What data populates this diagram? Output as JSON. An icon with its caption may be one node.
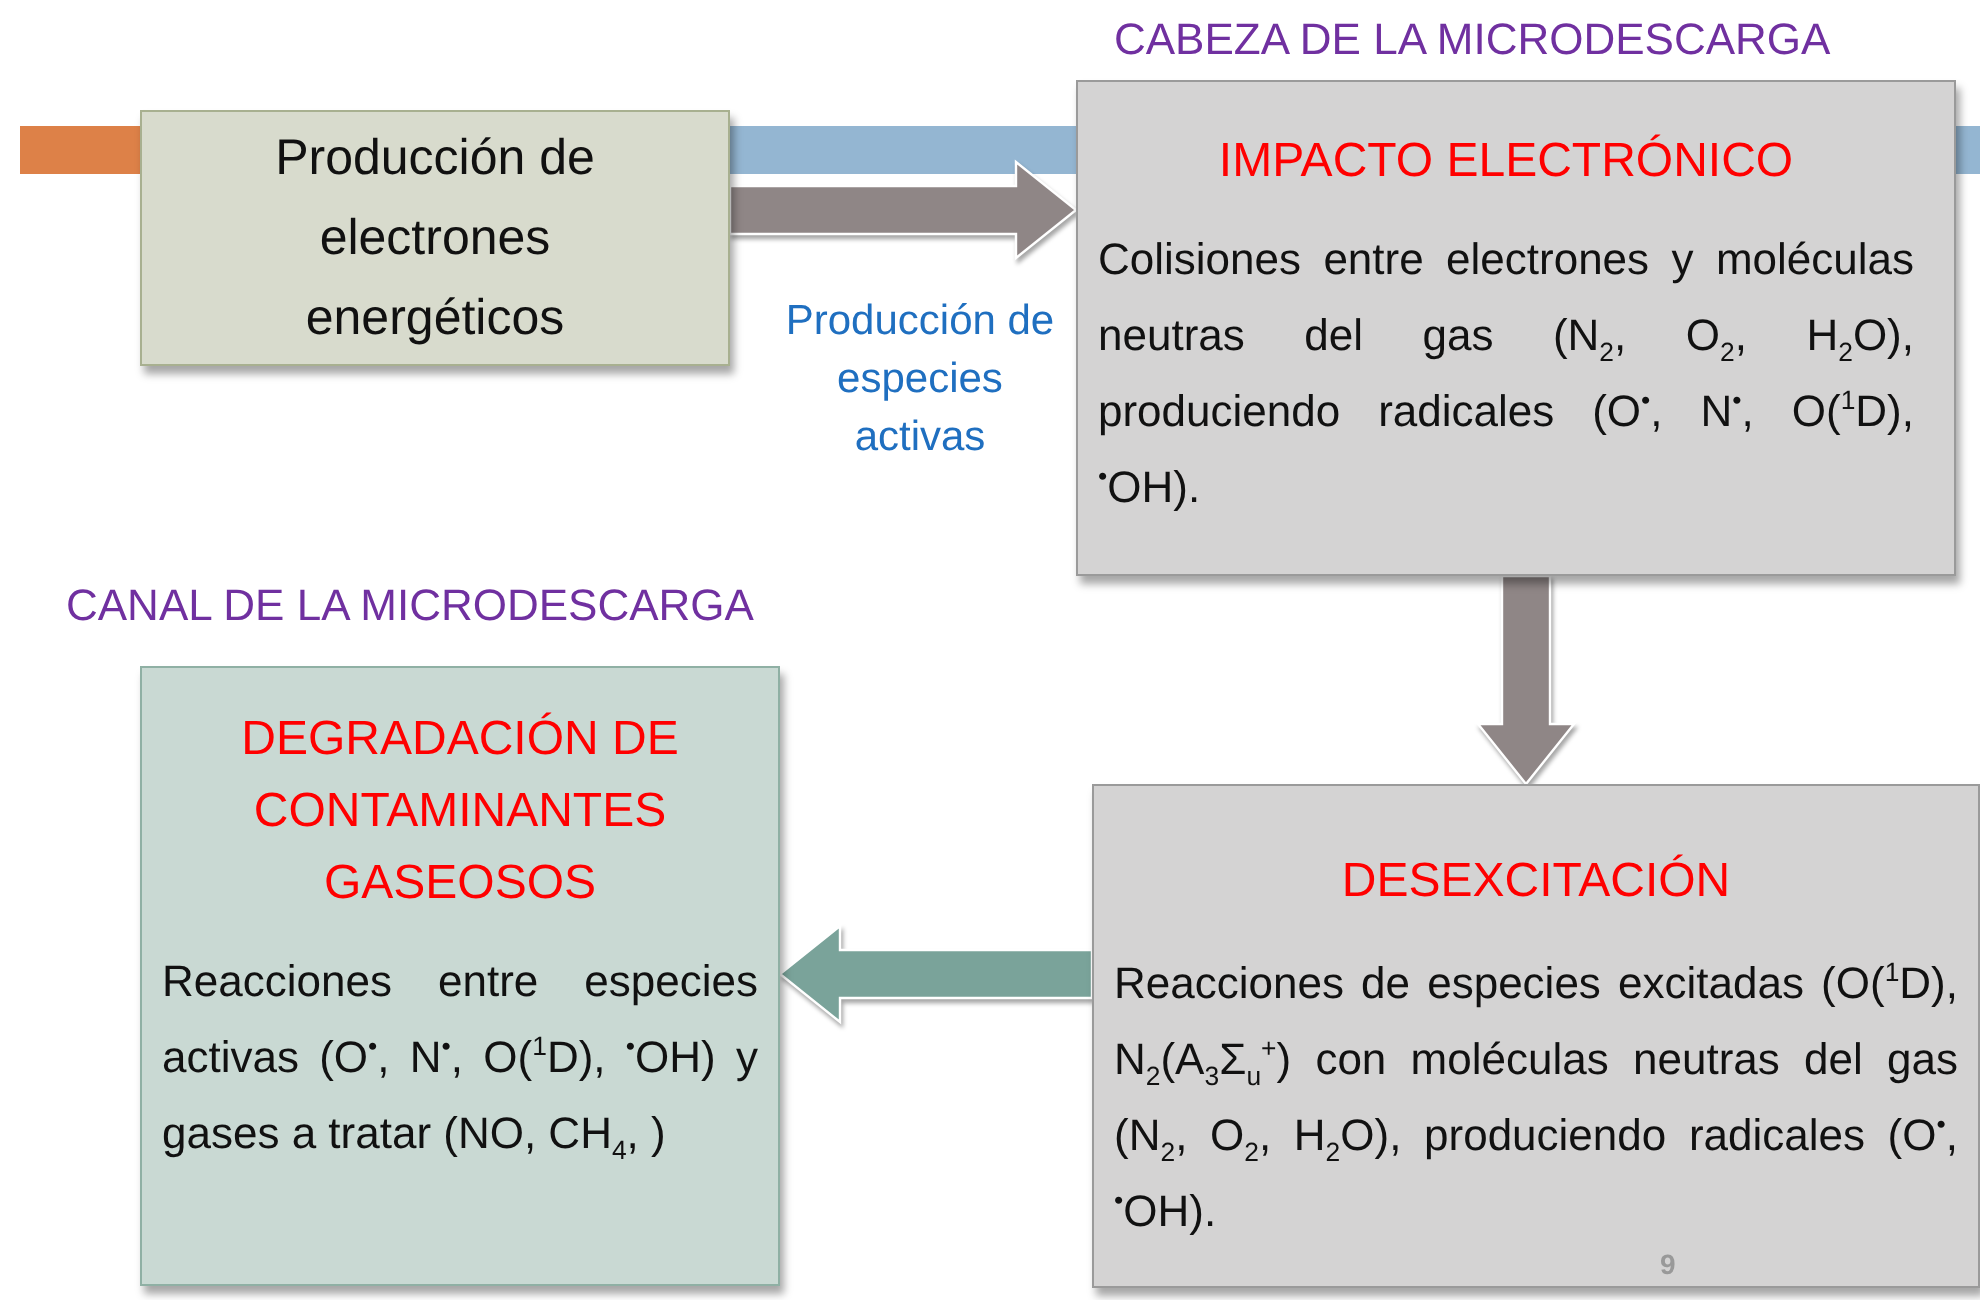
{
  "diagram": {
    "nodes": [
      {
        "text": [
          "Producción de electrones energéticos"
        ]
      },
      {
        "text": [
          "CABEZA DE LA MICRODESCARGA",
          "IMPACTO ELECTRÓNICO",
          "Colisiones entre electrones y moléculas neutras del gas (N$_{2}$, O$_{2}$, H$_{2}$O), produciendo radicales (O$^{•}$, N$^{•}$, O($^{1}$D), $^{•}$OH)."
        ]
      },
      {
        "text": [
          "DESEXCITACIÓN",
          "Reacciones de especies excitadas (O($^{1}$D), N$_{2}$(A$_{3}$Σ$_{u}$$^{+}$) con moléculas neutras del gas (N$_{2}$, O$_{2}$, H$_{2}$O), produciendo radicales (O$^{•}$, $^{•}$OH)."
        ]
      },
      {
        "text": [
          "CANAL DE LA MICRODESCARGA",
          "DEGRADACIÓN DE CONTAMINANTES GASEOSOS",
          "Reacciones entre especies activas (O$^{•}$, N$^{•}$, O($^{1}$D), $^{•}$OH) y gases a tratar (NO, CH$_{4}$, )"
        ]
      }
    ],
    "edges": [
      {
        "from": 0,
        "to": 1,
        "arrow": "to",
        "label": "Producción de especies activas"
      },
      {
        "from": 1,
        "to": 2,
        "arrow": "to"
      },
      {
        "from": 2,
        "to": 3,
        "arrow": "to",
        "color": "#7aa39a"
      }
    ],
    "labels": [
      "9"
    ]
  }
}
